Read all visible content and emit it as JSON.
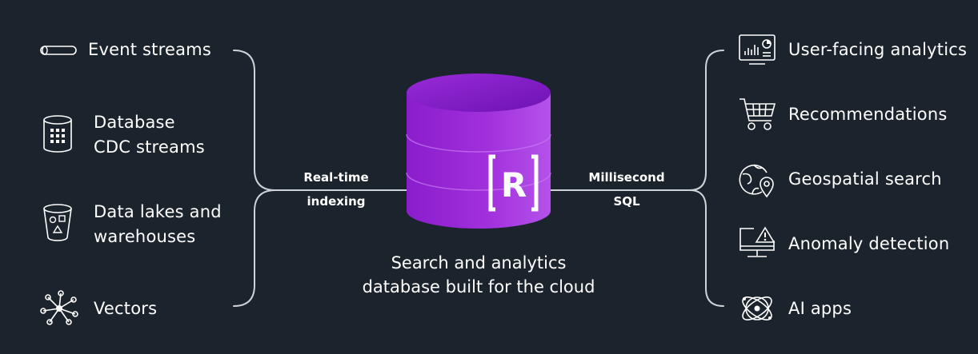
{
  "sources": [
    {
      "lines": [
        "Event streams"
      ],
      "icon": "pipe-icon"
    },
    {
      "lines": [
        "Database",
        "CDC streams"
      ],
      "icon": "database-cylinder-icon"
    },
    {
      "lines": [
        "Data lakes and",
        "warehouses"
      ],
      "icon": "bucket-icon"
    },
    {
      "lines": [
        "Vectors"
      ],
      "icon": "network-nodes-icon"
    }
  ],
  "ingest_label": {
    "line1": "Real-time",
    "line2": "indexing"
  },
  "output_label": {
    "line1": "Millisecond",
    "line2": "SQL"
  },
  "center_caption": {
    "line1": "Search and analytics",
    "line2": "database built for the cloud"
  },
  "logo": {
    "name": "rockset-logo-icon",
    "glyph": "R"
  },
  "uses": [
    {
      "label": "User-facing analytics",
      "icon": "analytics-dashboard-icon"
    },
    {
      "label": "Recommendations",
      "icon": "shopping-cart-icon"
    },
    {
      "label": "Geospatial search",
      "icon": "globe-pin-icon"
    },
    {
      "label": "Anomaly detection",
      "icon": "monitor-alert-icon"
    },
    {
      "label": "AI apps",
      "icon": "atom-orbit-icon"
    }
  ],
  "colors": {
    "background": "#1b242d",
    "line": "#d0d4d8",
    "text": "#ffffff",
    "db_top": "#7c1fc4",
    "db_body": "#9b2ad6",
    "db_light": "#b84be8"
  }
}
